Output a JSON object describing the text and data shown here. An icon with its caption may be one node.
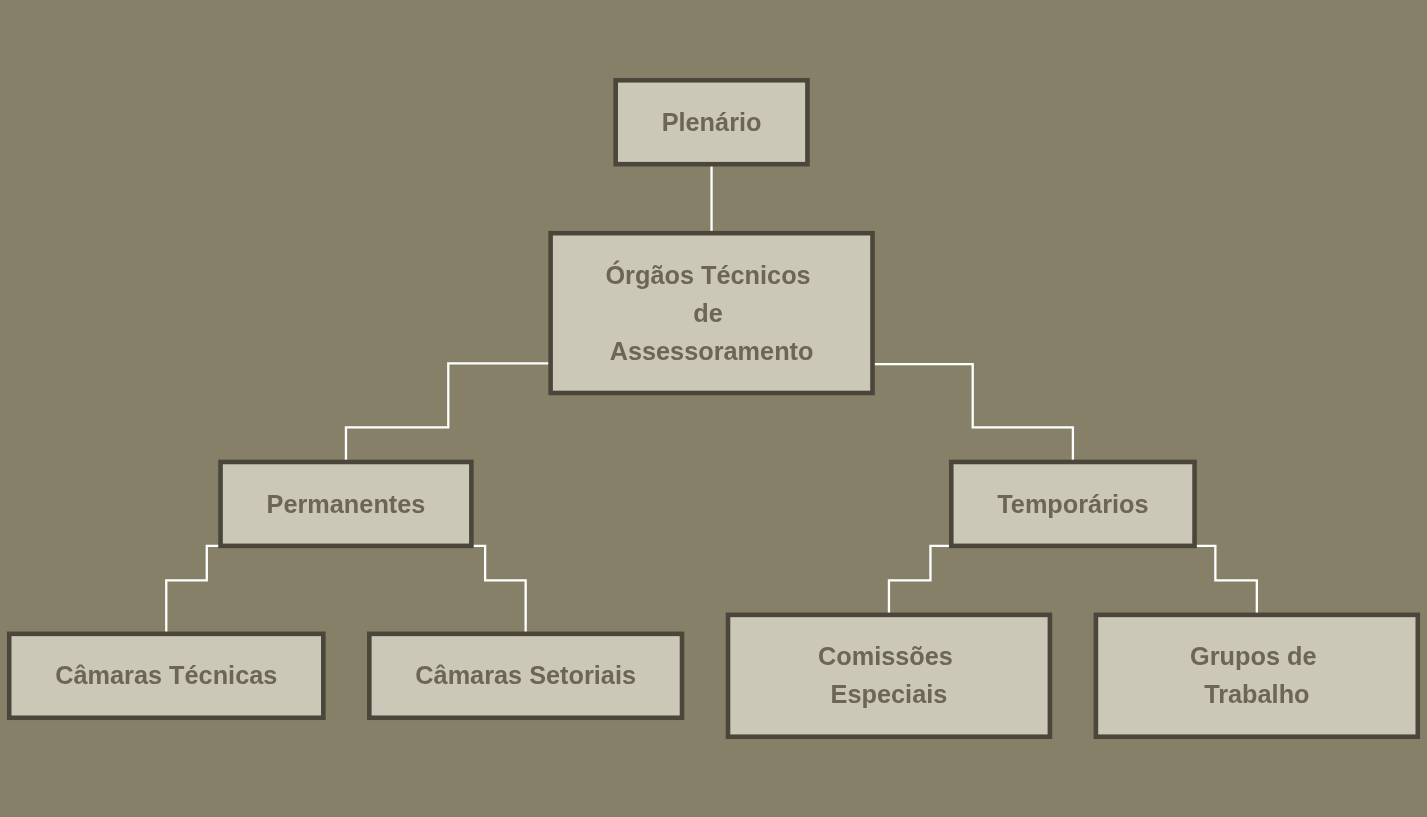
{
  "diagram": {
    "nodes": [
      {
        "text": [
          "Plenário"
        ]
      },
      {
        "text": [
          "Órgãos Técnicos de Assessoramento"
        ]
      },
      {
        "text": [
          "Permanentes"
        ]
      },
      {
        "text": [
          "Temporários"
        ]
      },
      {
        "text": [
          "Câmaras Técnicas"
        ]
      },
      {
        "text": [
          "Câmaras Setoriais"
        ]
      },
      {
        "text": [
          "Comissões Especiais"
        ]
      },
      {
        "text": [
          "Grupos de Trabalho"
        ]
      }
    ],
    "edges": [
      {
        "from": 0,
        "to": 1,
        "arrow": "none"
      },
      {
        "from": 1,
        "to": 2,
        "arrow": "none"
      },
      {
        "from": 1,
        "to": 3,
        "arrow": "none"
      },
      {
        "from": 2,
        "to": 4,
        "arrow": "none"
      },
      {
        "from": 2,
        "to": 5,
        "arrow": "none"
      },
      {
        "from": 3,
        "to": 6,
        "arrow": "none"
      },
      {
        "from": 3,
        "to": 7,
        "arrow": "none"
      }
    ]
  }
}
